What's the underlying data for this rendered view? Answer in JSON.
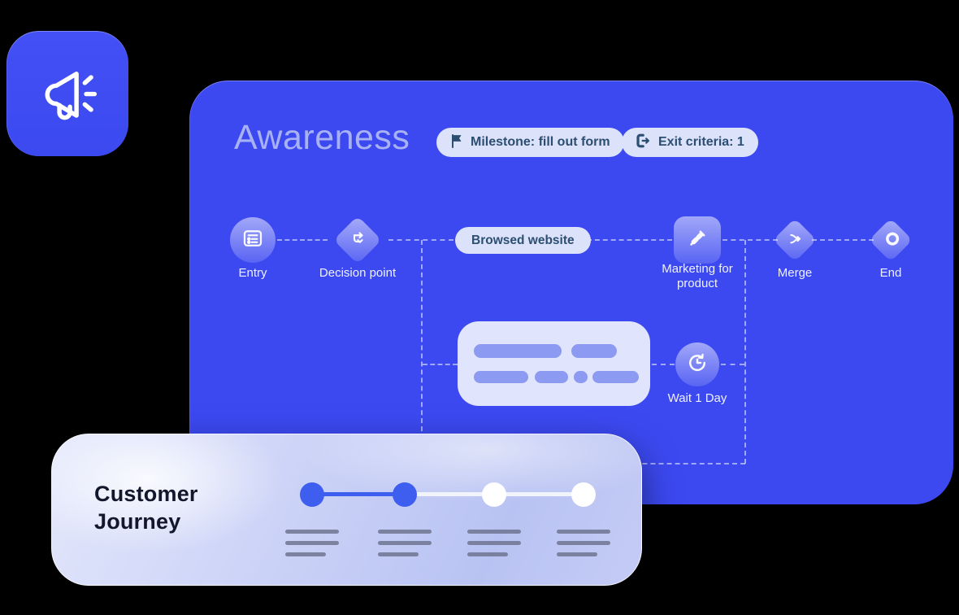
{
  "app_icon": {
    "name": "megaphone-icon"
  },
  "panel": {
    "title": "Awareness",
    "badges": [
      {
        "icon": "flag-icon",
        "label": "Milestone: fill out form"
      },
      {
        "icon": "exit-icon",
        "label": "Exit criteria: 1"
      }
    ],
    "flow": {
      "nodes": [
        {
          "id": "entry",
          "shape": "circle",
          "icon": "list-icon",
          "label": "Entry"
        },
        {
          "id": "decision",
          "shape": "diamond",
          "icon": "branch-arrows-icon",
          "label": "Decision point"
        },
        {
          "id": "browsed",
          "shape": "pill",
          "icon": null,
          "label": "Browsed website"
        },
        {
          "id": "marketing",
          "shape": "square",
          "icon": "plug-icon",
          "label": "Marketing for product"
        },
        {
          "id": "merge",
          "shape": "diamond",
          "icon": "merge-icon",
          "label": "Merge"
        },
        {
          "id": "end",
          "shape": "diamond",
          "icon": "ring-icon",
          "label": "End"
        },
        {
          "id": "wait",
          "shape": "circle",
          "icon": "clock-history-icon",
          "label": "Wait 1 Day"
        }
      ]
    }
  },
  "journey_card": {
    "title": "Customer Journey",
    "steps": [
      {
        "state": "complete"
      },
      {
        "state": "complete"
      },
      {
        "state": "upcoming"
      },
      {
        "state": "upcoming"
      }
    ],
    "connectors": [
      "active",
      "inactive",
      "inactive"
    ]
  },
  "colors": {
    "background": "#000000",
    "panel_blue": "#3c49f1",
    "title_periwinkle": "#a7b1f4",
    "badge_bg": "#dde2fb",
    "badge_text": "#2b4e71",
    "skeleton_bar_blue": "#8c9af1",
    "dot_active_blue": "#3d5eef",
    "skeleton_gray": "#6f7590"
  }
}
